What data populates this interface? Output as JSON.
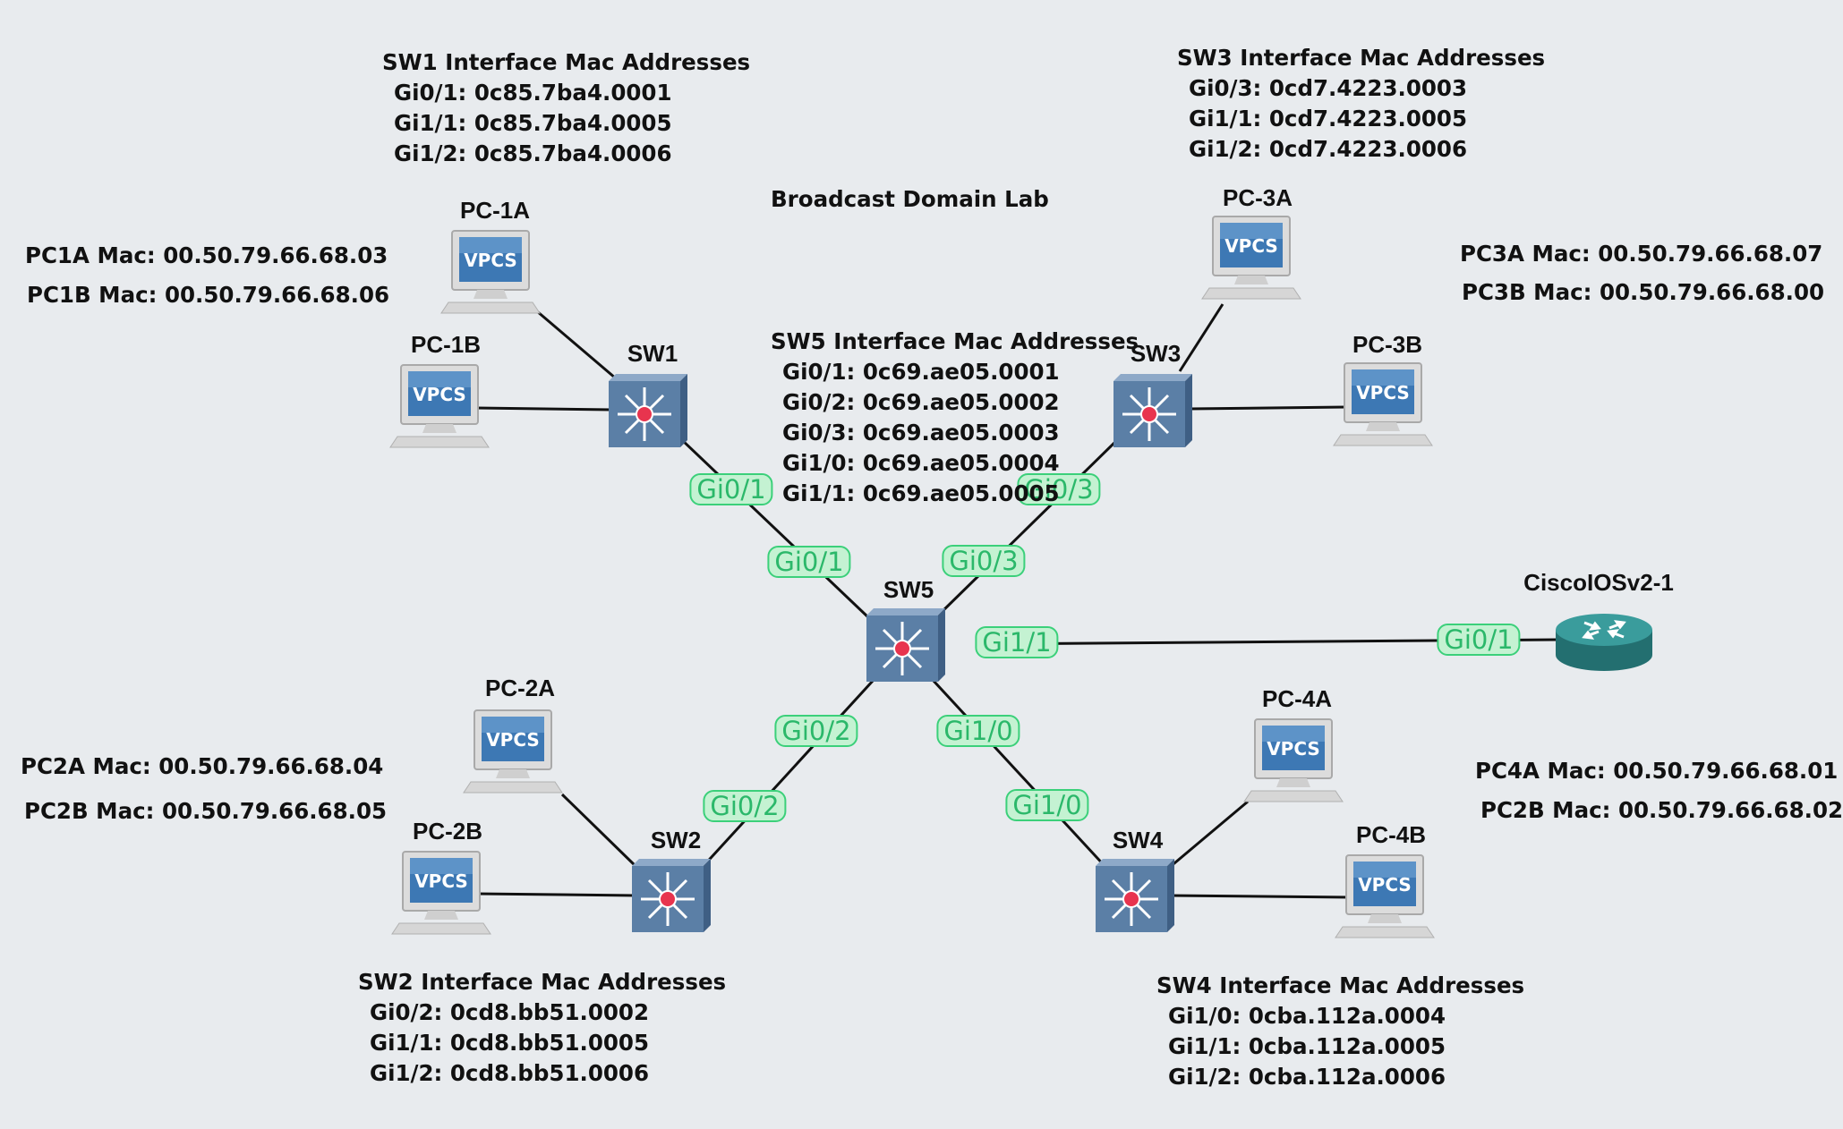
{
  "title": "Broadcast Domain Lab",
  "colors": {
    "background": "#e8ebee",
    "link": "#111111",
    "port_fill": "#c4f2d2",
    "port_border": "#3bd07a",
    "port_text": "#2bb86a",
    "switch_body": "#5b7fa6",
    "router_body": "#2f8f8f"
  },
  "devices": {
    "sw1": {
      "label": "SW1",
      "icon": "multilayer-switch-icon"
    },
    "sw2": {
      "label": "SW2",
      "icon": "multilayer-switch-icon"
    },
    "sw3": {
      "label": "SW3",
      "icon": "multilayer-switch-icon"
    },
    "sw4": {
      "label": "SW4",
      "icon": "multilayer-switch-icon"
    },
    "sw5": {
      "label": "SW5",
      "icon": "multilayer-switch-icon"
    },
    "router": {
      "label": "CiscoIOSv2-1",
      "icon": "router-icon"
    },
    "pc1a": {
      "label": "PC-1A",
      "screen": "VPCS",
      "icon": "vpcs-computer-icon"
    },
    "pc1b": {
      "label": "PC-1B",
      "screen": "VPCS",
      "icon": "vpcs-computer-icon"
    },
    "pc2a": {
      "label": "PC-2A",
      "screen": "VPCS",
      "icon": "vpcs-computer-icon"
    },
    "pc2b": {
      "label": "PC-2B",
      "screen": "VPCS",
      "icon": "vpcs-computer-icon"
    },
    "pc3a": {
      "label": "PC-3A",
      "screen": "VPCS",
      "icon": "vpcs-computer-icon"
    },
    "pc3b": {
      "label": "PC-3B",
      "screen": "VPCS",
      "icon": "vpcs-computer-icon"
    },
    "pc4a": {
      "label": "PC-4A",
      "screen": "VPCS",
      "icon": "vpcs-computer-icon"
    },
    "pc4b": {
      "label": "PC-4B",
      "screen": "VPCS",
      "icon": "vpcs-computer-icon"
    }
  },
  "ports": {
    "sw1_gi01": "Gi0/1",
    "sw5_gi01": "Gi0/1",
    "sw3_gi03": "Gi0/3",
    "sw5_gi03": "Gi0/3",
    "sw5_gi11": "Gi1/1",
    "router_gi01": "Gi0/1",
    "sw5_gi02": "Gi0/2",
    "sw2_gi02": "Gi0/2",
    "sw5_gi10": "Gi1/0",
    "sw4_gi10": "Gi1/0"
  },
  "notes": {
    "sw1": {
      "heading": "SW1 Interface Mac Addresses",
      "lines": [
        "Gi0/1: 0c85.7ba4.0001",
        "Gi1/1: 0c85.7ba4.0005",
        "Gi1/2: 0c85.7ba4.0006"
      ]
    },
    "sw3": {
      "heading": "SW3 Interface Mac Addresses",
      "lines": [
        "Gi0/3: 0cd7.4223.0003",
        "Gi1/1: 0cd7.4223.0005",
        "Gi1/2: 0cd7.4223.0006"
      ]
    },
    "sw5": {
      "heading": "SW5 Interface Mac Addresses",
      "lines": [
        "Gi0/1: 0c69.ae05.0001",
        "Gi0/2: 0c69.ae05.0002",
        "Gi0/3: 0c69.ae05.0003",
        "Gi1/0: 0c69.ae05.0004",
        "Gi1/1: 0c69.ae05.0005"
      ]
    },
    "sw2": {
      "heading": "SW2 Interface Mac Addresses",
      "lines": [
        "Gi0/2: 0cd8.bb51.0002",
        "Gi1/1: 0cd8.bb51.0005",
        "Gi1/2: 0cd8.bb51.0006"
      ]
    },
    "sw4": {
      "heading": "SW4 Interface Mac Addresses",
      "lines": [
        "Gi1/0: 0cba.112a.0004",
        "Gi1/1: 0cba.112a.0005",
        "Gi1/2: 0cba.112a.0006"
      ]
    },
    "pc1": [
      "PC1A Mac: 00.50.79.66.68.03",
      "PC1B Mac: 00.50.79.66.68.06"
    ],
    "pc2": [
      "PC2A Mac: 00.50.79.66.68.04",
      "PC2B Mac: 00.50.79.66.68.05"
    ],
    "pc3": [
      "PC3A Mac: 00.50.79.66.68.07",
      "PC3B Mac: 00.50.79.66.68.00"
    ],
    "pc4": [
      "PC4A Mac: 00.50.79.66.68.01",
      "PC2B Mac: 00.50.79.66.68.02"
    ]
  }
}
